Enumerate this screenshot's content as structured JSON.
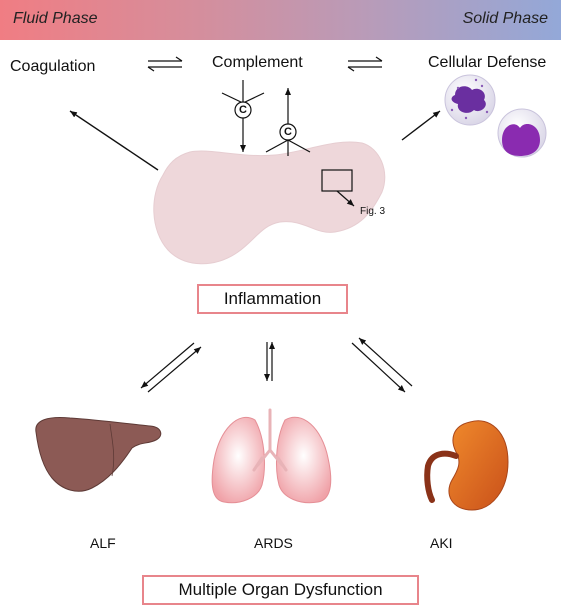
{
  "header": {
    "fluid_phase": "Fluid Phase",
    "solid_phase": "Solid Phase"
  },
  "top_labels": {
    "coagulation": "Coagulation",
    "complement": "Complement",
    "cellular_defense": "Cellular Defense"
  },
  "complement_marker": "C",
  "fig_label": "Fig. 3",
  "inflammation": "Inflammation",
  "organs": {
    "alf": "ALF",
    "ards": "ARDS",
    "aki": "AKI"
  },
  "outcome": "Multiple Organ Dysfunction",
  "colors": {
    "phase_start": "#f07d83",
    "phase_end": "#93a8d8",
    "box_border": "#e8858b",
    "pancreas": "#eed7da",
    "liver": "#8c5a55",
    "lung": "#f0a7ad",
    "kidney": "#e0661c",
    "cell": "#8a2bb0"
  }
}
